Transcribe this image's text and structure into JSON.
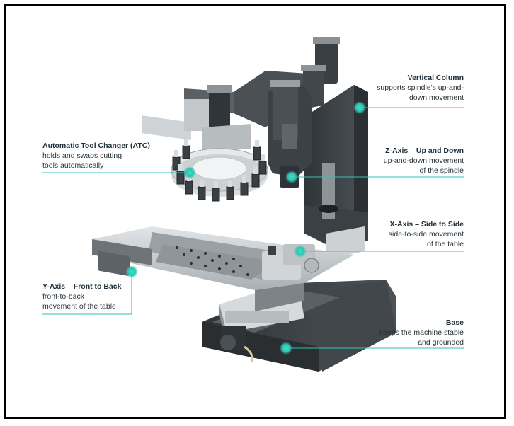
{
  "labels": {
    "vertical_column": {
      "title": "Vertical Column",
      "desc1": "supports spindle's up-and-",
      "desc2": "down movement"
    },
    "atc": {
      "title": "Automatic Tool Changer (ATC)",
      "desc1": "holds and swaps cutting",
      "desc2": "tools automatically"
    },
    "z_axis": {
      "title": "Z-Axis – Up and Down",
      "desc1": "up-and-down movement",
      "desc2": "of the spindle"
    },
    "x_axis": {
      "title": "X-Axis – Side to Side",
      "desc1": "side-to-side movement",
      "desc2": "of the table"
    },
    "y_axis": {
      "title": "Y-Axis – Front to Back",
      "desc1": "front-to-back",
      "desc2": "movement of the table"
    },
    "base": {
      "title": "Base",
      "desc1": "keeps the machine stable",
      "desc2": "and grounded"
    }
  },
  "colors": {
    "accent": "#2ec4b0",
    "metal_dark": "#3c4246",
    "metal_mid": "#6e757a",
    "metal_light": "#c9cdd0",
    "text": "#1e2f3a"
  }
}
